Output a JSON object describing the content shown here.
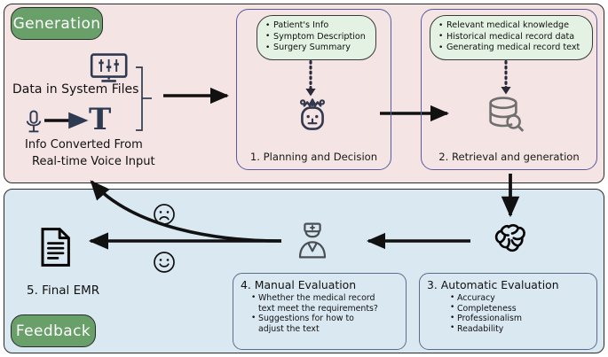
{
  "diagram": {
    "title": "Medical record generation and feedback workflow",
    "colors": {
      "generation_bg": "#f4e4e4",
      "feedback_bg": "#dae8f2",
      "badge_green": "#699f69",
      "mint_bubble": "#e3f2e3",
      "card_border": "#5b5b9c",
      "icon_navy": "#2e3a52",
      "icon_gray": "#6f6f6f",
      "stroke_black": "#111111"
    }
  },
  "generation": {
    "badge_label": "Generation",
    "inputs": {
      "data_files_label": "Data in System Files",
      "monitor_icon": "monitor-sliders-icon",
      "mic_icon": "microphone-icon",
      "text_icon": "T",
      "voice_label_line1": "Info Converted From",
      "voice_label_line2": "Real-time Voice Input"
    },
    "planning": {
      "title": "1. Planning and Decision",
      "icon": "robot-icon",
      "bullets": [
        "Patient's Info",
        "Symptom Description",
        "Surgery Summary"
      ]
    },
    "retrieval": {
      "title": "2. Retrieval and generation",
      "icon": "database-search-icon",
      "bullets": [
        "Relevant medical knowledge",
        "Historical medical record data",
        "Generating medical record text"
      ]
    }
  },
  "feedback": {
    "badge_label": "Feedback",
    "automatic": {
      "title": "3. Automatic Evaluation",
      "icon": "openai-logo-icon",
      "bullets": [
        "Accuracy",
        "Completeness",
        "Professionalism",
        "Readability"
      ]
    },
    "manual": {
      "title": "4. Manual Evaluation",
      "icon": "doctor-icon",
      "bullets": [
        "Whether the medical record text meet the requirements?",
        "Suggestions for how to adjust the text"
      ],
      "bullet_lines": [
        [
          "Whether the medical record",
          "text meet the requirements?"
        ],
        [
          "Suggestions for how to",
          "adjust the text"
        ]
      ]
    },
    "final": {
      "label": "5. Final EMR",
      "icon": "document-icon"
    },
    "sentiment": {
      "negative_icon": "sad-face-icon",
      "positive_icon": "happy-face-icon"
    }
  }
}
